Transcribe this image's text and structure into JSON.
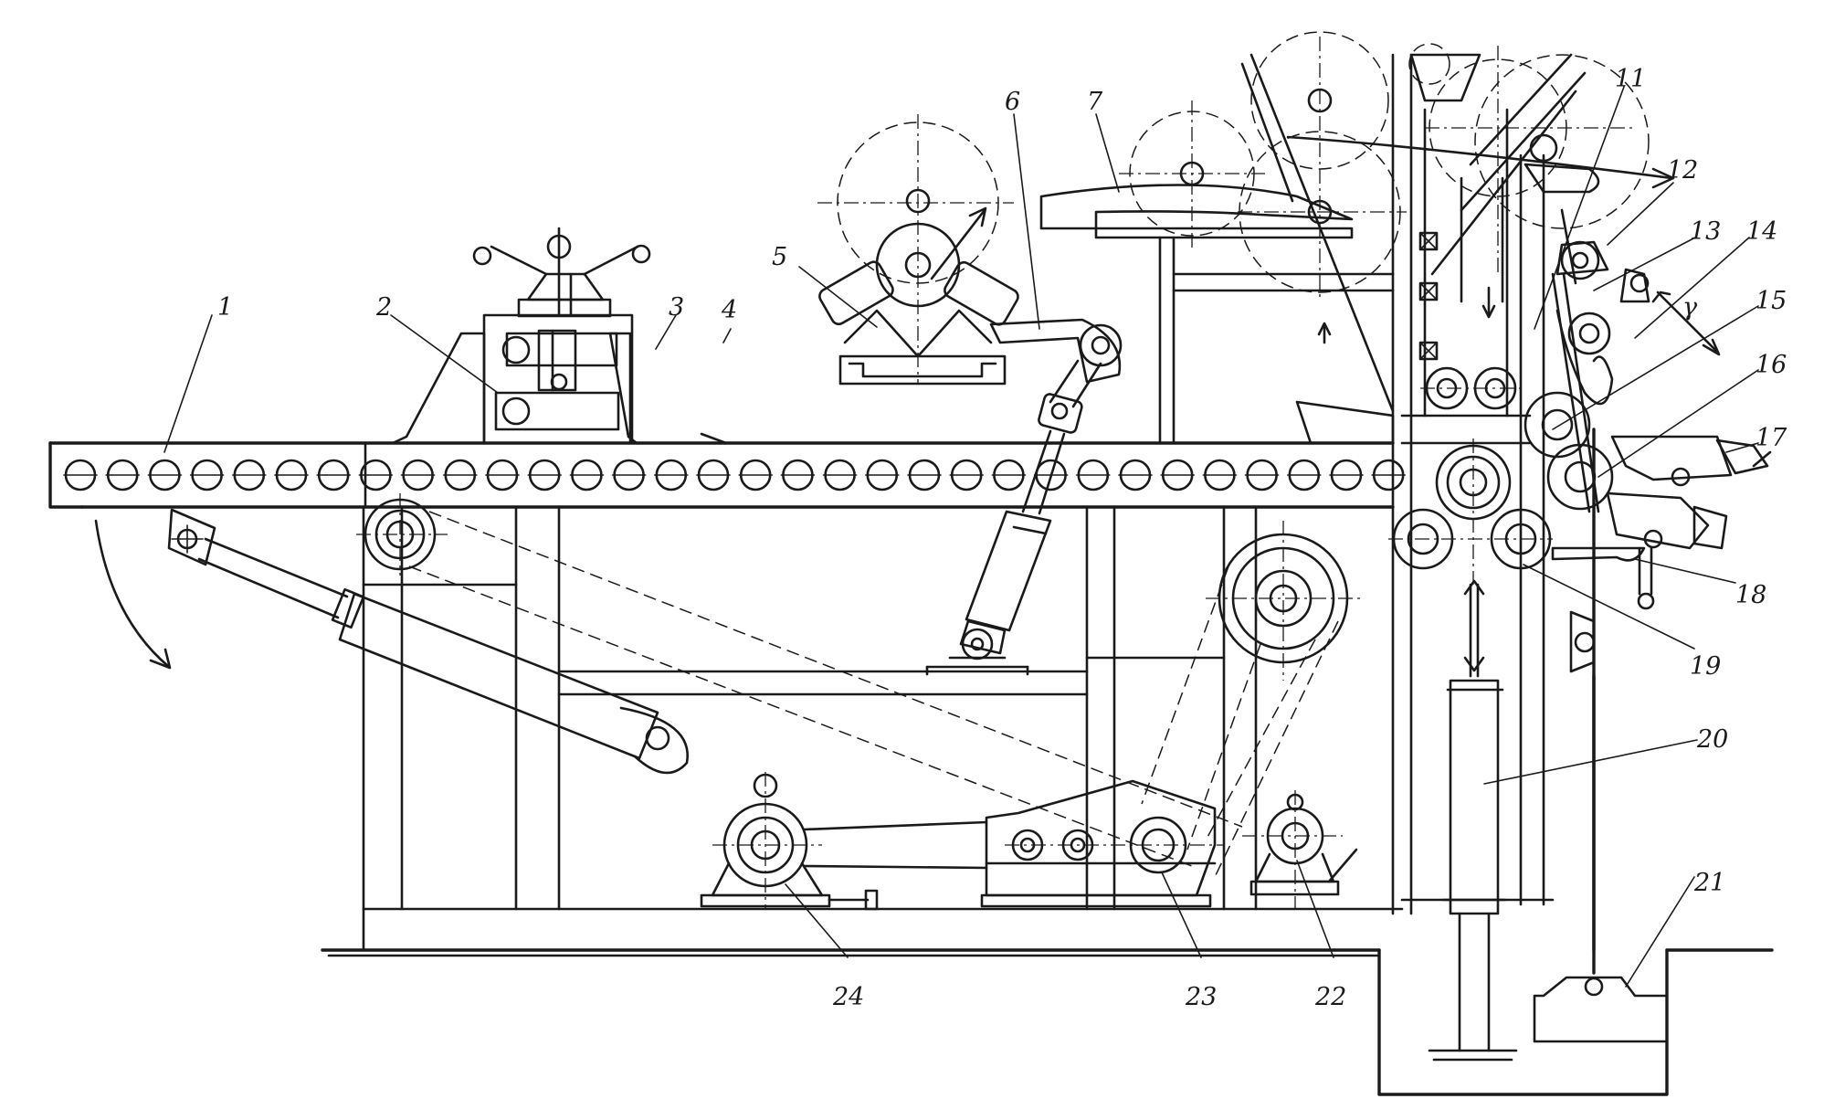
{
  "diagram": {
    "labels": [
      {
        "key": "1",
        "text": "1"
      },
      {
        "key": "2",
        "text": "2"
      },
      {
        "key": "3",
        "text": "3"
      },
      {
        "key": "4",
        "text": "4"
      },
      {
        "key": "5",
        "text": "5"
      },
      {
        "key": "6",
        "text": "6"
      },
      {
        "key": "7",
        "text": "7"
      },
      {
        "key": "11",
        "text": "11"
      },
      {
        "key": "12",
        "text": "12"
      },
      {
        "key": "13",
        "text": "13"
      },
      {
        "key": "14",
        "text": "14"
      },
      {
        "key": "15",
        "text": "15"
      },
      {
        "key": "16",
        "text": "16"
      },
      {
        "key": "17",
        "text": "17"
      },
      {
        "key": "18",
        "text": "18"
      },
      {
        "key": "19",
        "text": "19"
      },
      {
        "key": "20",
        "text": "20"
      },
      {
        "key": "21",
        "text": "21"
      },
      {
        "key": "22",
        "text": "22"
      },
      {
        "key": "23",
        "text": "23"
      },
      {
        "key": "24",
        "text": "24"
      }
    ],
    "angle_symbol": "γ"
  }
}
